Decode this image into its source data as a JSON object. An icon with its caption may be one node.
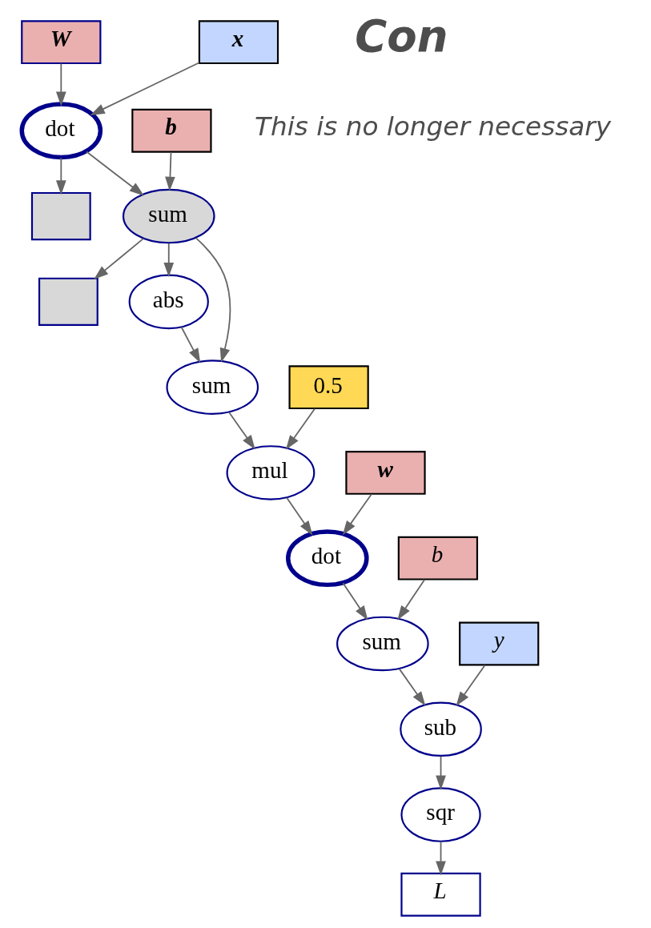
{
  "diagram": {
    "nodes": [
      {
        "text": [
          "W"
        ]
      },
      {
        "text": [
          "x"
        ]
      },
      {
        "text": [
          "b"
        ]
      },
      {
        "text": [
          "dot"
        ]
      },
      {
        "text": [],
        "shape": "box"
      },
      {
        "text": [
          "sum"
        ]
      },
      {
        "text": [],
        "shape": "box"
      },
      {
        "text": [
          "abs"
        ]
      },
      {
        "text": [
          "sum"
        ]
      },
      {
        "text": [
          "0.5"
        ]
      },
      {
        "text": [
          "b"
        ]
      },
      {
        "text": [
          "mul"
        ]
      },
      {
        "text": [
          "w"
        ]
      },
      {
        "text": [
          "dot"
        ]
      },
      {
        "text": [
          "y"
        ]
      },
      {
        "text": [
          "sum"
        ]
      },
      {
        "text": [
          "sub"
        ]
      },
      {
        "text": [
          "sqr"
        ]
      },
      {
        "text": [
          "L"
        ]
      }
    ],
    "edges": [
      {
        "from": 0,
        "to": 3,
        "arrow": "to"
      },
      {
        "from": 1,
        "to": 3,
        "arrow": "to"
      },
      {
        "from": 2,
        "to": 5,
        "arrow": "to"
      },
      {
        "from": 3,
        "to": 5,
        "arrow": "to"
      },
      {
        "from": 3,
        "to": 4,
        "arrow": "to"
      },
      {
        "from": 5,
        "to": 8,
        "arrow": "to"
      },
      {
        "from": 5,
        "to": 7,
        "arrow": "to"
      },
      {
        "from": 5,
        "to": 6,
        "arrow": "to"
      },
      {
        "from": 7,
        "to": 8,
        "arrow": "to"
      },
      {
        "from": 8,
        "to": 11,
        "arrow": "to"
      },
      {
        "from": 9,
        "to": 11,
        "arrow": "to"
      },
      {
        "from": 10,
        "to": 15,
        "arrow": "to"
      },
      {
        "from": 11,
        "to": 13,
        "arrow": "to"
      },
      {
        "from": 12,
        "to": 13,
        "arrow": "to"
      },
      {
        "from": 13,
        "to": 15,
        "arrow": "to"
      },
      {
        "from": 14,
        "to": 16,
        "arrow": "to"
      },
      {
        "from": 15,
        "to": 16,
        "arrow": "to"
      },
      {
        "from": 16,
        "to": 17,
        "arrow": "to"
      },
      {
        "from": 17,
        "to": 18,
        "arrow": "to"
      }
    ],
    "labels": [
      "Con",
      "This is no longer necessary"
    ]
  }
}
